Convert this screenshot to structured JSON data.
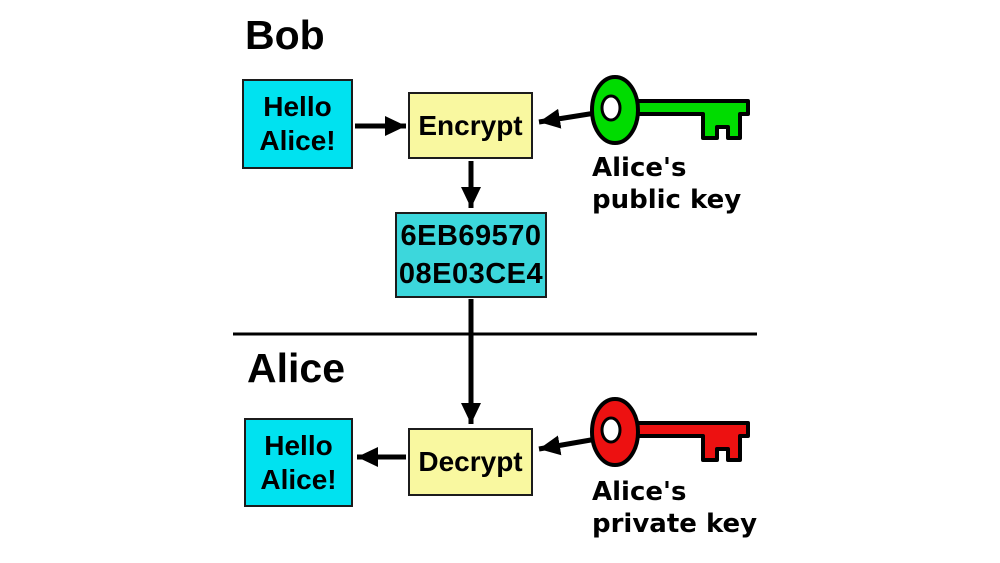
{
  "colors": {
    "message_box": "#00e2f0",
    "cipher_box": "#3cd7dc",
    "process_box": "#f9f8a0",
    "public_key": "#00dc00",
    "private_key": "#ed1111",
    "key_hole": "#ffffff",
    "line": "#000000"
  },
  "sections": {
    "top": {
      "title": "Bob",
      "message": "Hello\nAlice!",
      "process": "Encrypt",
      "key_caption": "Alice's\npublic key"
    },
    "ciphertext": "6EB69570\n08E03CE4",
    "bottom": {
      "title": "Alice",
      "message": "Hello\nAlice!",
      "process": "Decrypt",
      "key_caption": "Alice's\nprivate key"
    }
  }
}
